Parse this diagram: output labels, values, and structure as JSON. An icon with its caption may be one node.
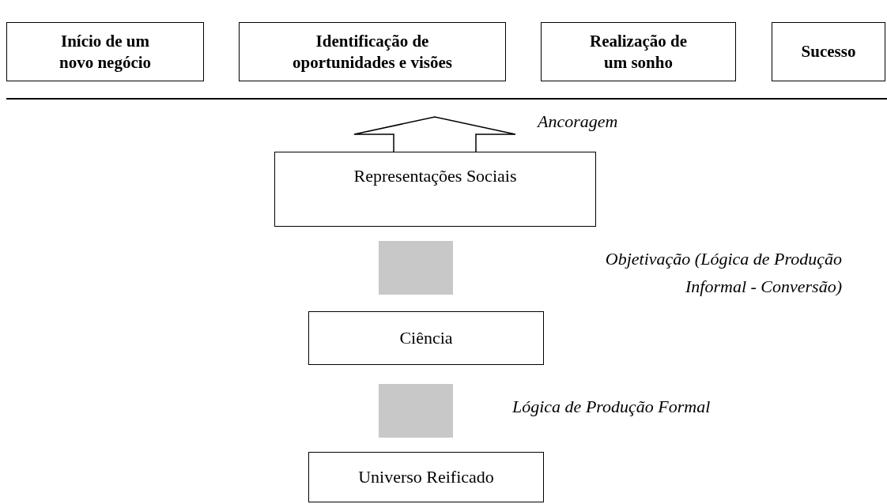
{
  "diagram": {
    "nodes": [
      {
        "text": [
          "Início de um novo negócio"
        ]
      },
      {
        "text": [
          "Identificação de oportunidades e visões"
        ]
      },
      {
        "text": [
          "Realização de um sonho"
        ]
      },
      {
        "text": [
          "Sucesso"
        ]
      },
      {
        "text": [
          "Representações Sociais"
        ]
      },
      {
        "text": [],
        "shape": "box"
      },
      {
        "text": [
          "Ciência"
        ]
      },
      {
        "text": [],
        "shape": "box"
      },
      {
        "text": [
          "Universo Reificado"
        ]
      }
    ],
    "labels": [
      "Ancoragem",
      "Objetivação (Lógica de Produção Informal - Conversão)",
      "Lógica de Produção Formal"
    ]
  }
}
